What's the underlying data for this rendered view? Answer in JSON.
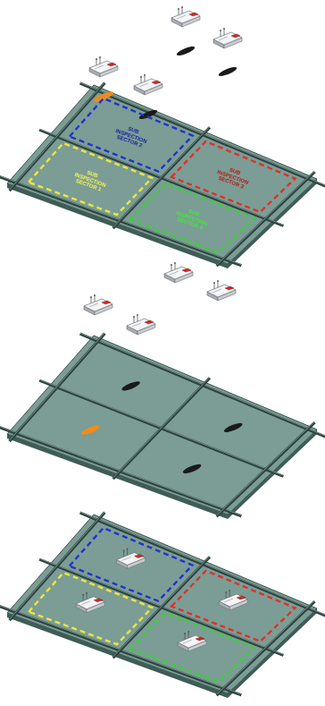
{
  "diagram": {
    "nodes": [
      {
        "text": [
          "SUB INSPECTION SECTOR 2"
        ]
      },
      {
        "text": [
          "SUB INSPECTION SECTOR 1"
        ]
      },
      {
        "text": [
          "SUB INSPECTION SECTOR 3"
        ]
      },
      {
        "text": [
          "SUB INSPECTION SECTOR 4"
        ]
      }
    ]
  }
}
